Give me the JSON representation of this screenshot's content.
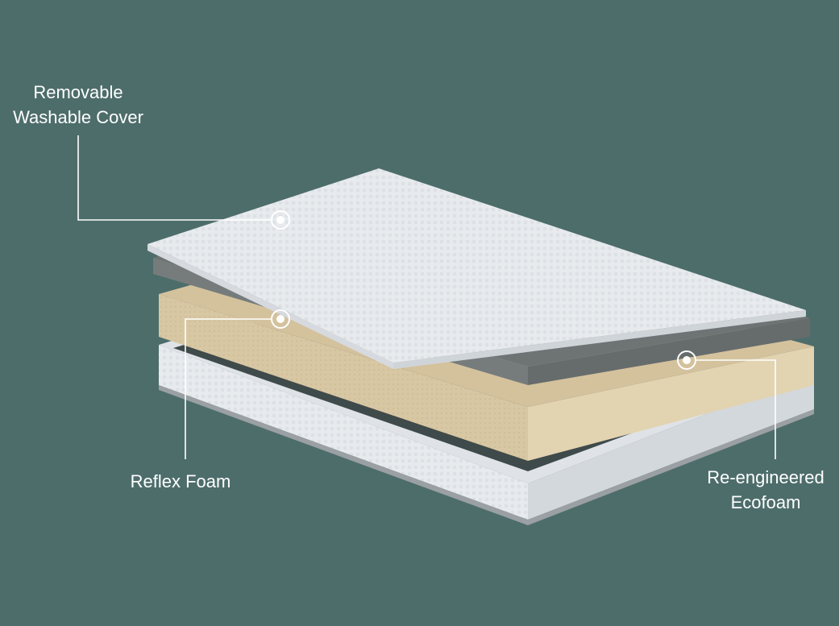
{
  "callouts": {
    "cover": {
      "line1": "Removable",
      "line2": "Washable Cover"
    },
    "reflex": {
      "text": "Reflex Foam"
    },
    "ecofoam": {
      "line1": "Re-engineered",
      "line2": "Ecofoam"
    }
  },
  "colors": {
    "background": "#4d6d6b",
    "cover": "#e9ecef",
    "reflex_foam": "#6e7474",
    "ecofoam": "#d9c9a6",
    "base": "#dfe3e7",
    "accent": "#ffffff"
  }
}
